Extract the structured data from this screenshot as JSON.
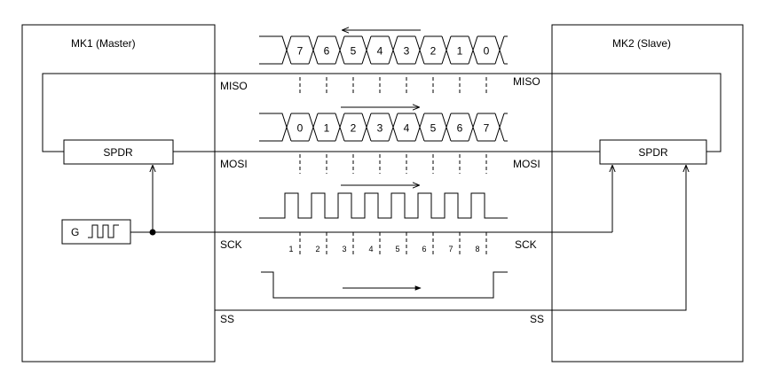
{
  "master": {
    "title": "MK1 (Master)",
    "register": "SPDR",
    "generator": "G"
  },
  "slave": {
    "title": "MK2 (Slave)",
    "register": "SPDR"
  },
  "signals": {
    "miso": "MISO",
    "mosi": "MOSI",
    "sck": "SCK",
    "ss": "SS"
  },
  "miso_bits": [
    "7",
    "6",
    "5",
    "4",
    "3",
    "2",
    "1",
    "0"
  ],
  "mosi_bits": [
    "0",
    "1",
    "2",
    "3",
    "4",
    "5",
    "6",
    "7"
  ],
  "clock_ticks": [
    "1",
    "2",
    "3",
    "4",
    "5",
    "6",
    "7",
    "8"
  ]
}
